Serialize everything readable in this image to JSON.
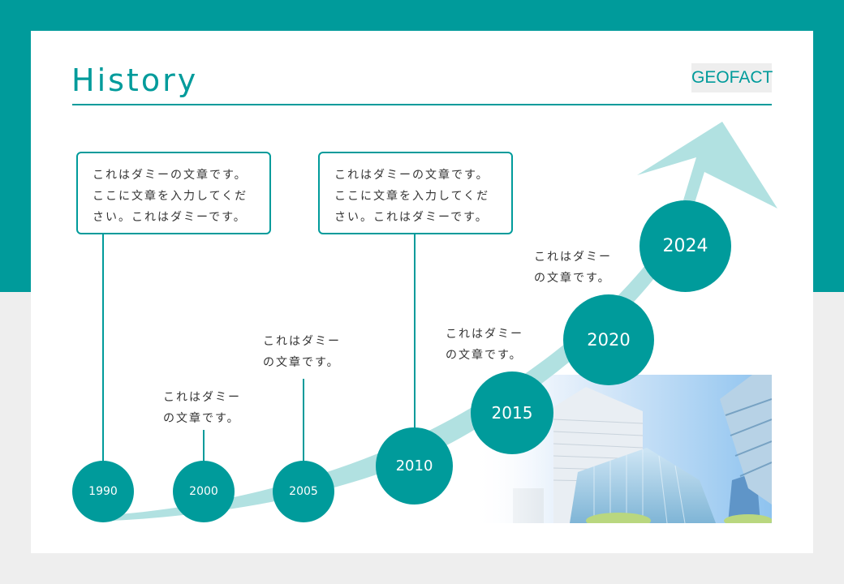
{
  "page": {
    "title": "History",
    "brand": "GEOFACT"
  },
  "colors": {
    "accent": "#009b9b",
    "arrow": "#b1e1e1",
    "background": "#eeeeee",
    "card": "#ffffff"
  },
  "callouts": [
    {
      "lines": [
        "これはダミーの文章です。",
        "ここに文章を入力してくだ",
        "さい。これはダミーです。"
      ]
    },
    {
      "lines": [
        "これはダミーの文章です。",
        "ここに文章を入力してくだ",
        "さい。これはダミーです。"
      ]
    }
  ],
  "notes": [
    {
      "lines": [
        "これはダミー",
        "の文章です。"
      ]
    },
    {
      "lines": [
        "これはダミー",
        "の文章です。"
      ]
    },
    {
      "lines": [
        "これはダミー",
        "の文章です。"
      ]
    },
    {
      "lines": [
        "これはダミー",
        "の文章です。"
      ]
    }
  ],
  "milestones": [
    {
      "year": "1990"
    },
    {
      "year": "2000"
    },
    {
      "year": "2005"
    },
    {
      "year": "2010"
    },
    {
      "year": "2015"
    },
    {
      "year": "2020"
    },
    {
      "year": "2024"
    }
  ],
  "image": {
    "icon": "office-buildings-photo"
  }
}
